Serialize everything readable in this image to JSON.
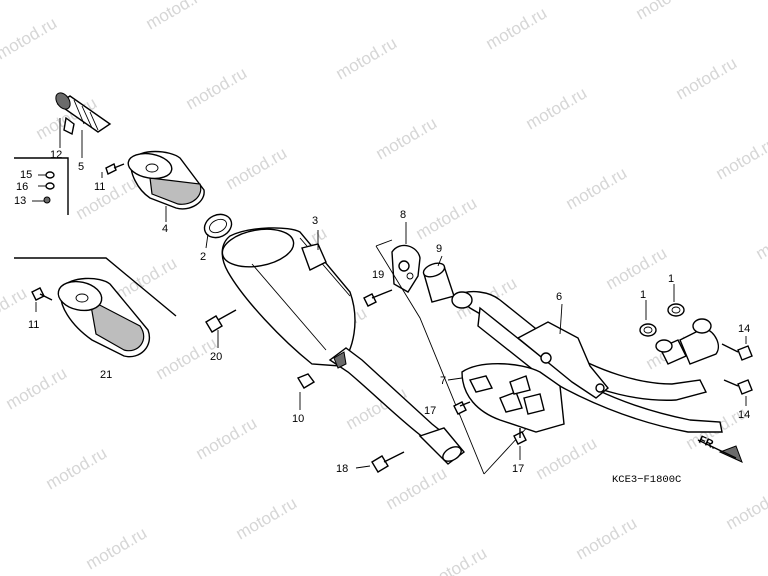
{
  "watermark": {
    "text": "motod.ru"
  },
  "diagram": {
    "code_label": "KCE3−F1800C",
    "direction_label": "FR.",
    "callouts": [
      {
        "id": "c1a",
        "text": "1"
      },
      {
        "id": "c1b",
        "text": "1"
      },
      {
        "id": "c2",
        "text": "2"
      },
      {
        "id": "c3",
        "text": "3"
      },
      {
        "id": "c4",
        "text": "4"
      },
      {
        "id": "c5",
        "text": "5"
      },
      {
        "id": "c6",
        "text": "6"
      },
      {
        "id": "c7",
        "text": "7"
      },
      {
        "id": "c8",
        "text": "8"
      },
      {
        "id": "c9",
        "text": "9"
      },
      {
        "id": "c10",
        "text": "10"
      },
      {
        "id": "c11a",
        "text": "11"
      },
      {
        "id": "c11b",
        "text": "11"
      },
      {
        "id": "c12",
        "text": "12"
      },
      {
        "id": "c13",
        "text": "13"
      },
      {
        "id": "c14a",
        "text": "14"
      },
      {
        "id": "c14b",
        "text": "14"
      },
      {
        "id": "c15",
        "text": "15"
      },
      {
        "id": "c16",
        "text": "16"
      },
      {
        "id": "c17a",
        "text": "17"
      },
      {
        "id": "c17b",
        "text": "17"
      },
      {
        "id": "c18",
        "text": "18"
      },
      {
        "id": "c19",
        "text": "19"
      },
      {
        "id": "c20",
        "text": "20"
      },
      {
        "id": "c21",
        "text": "21"
      }
    ]
  }
}
